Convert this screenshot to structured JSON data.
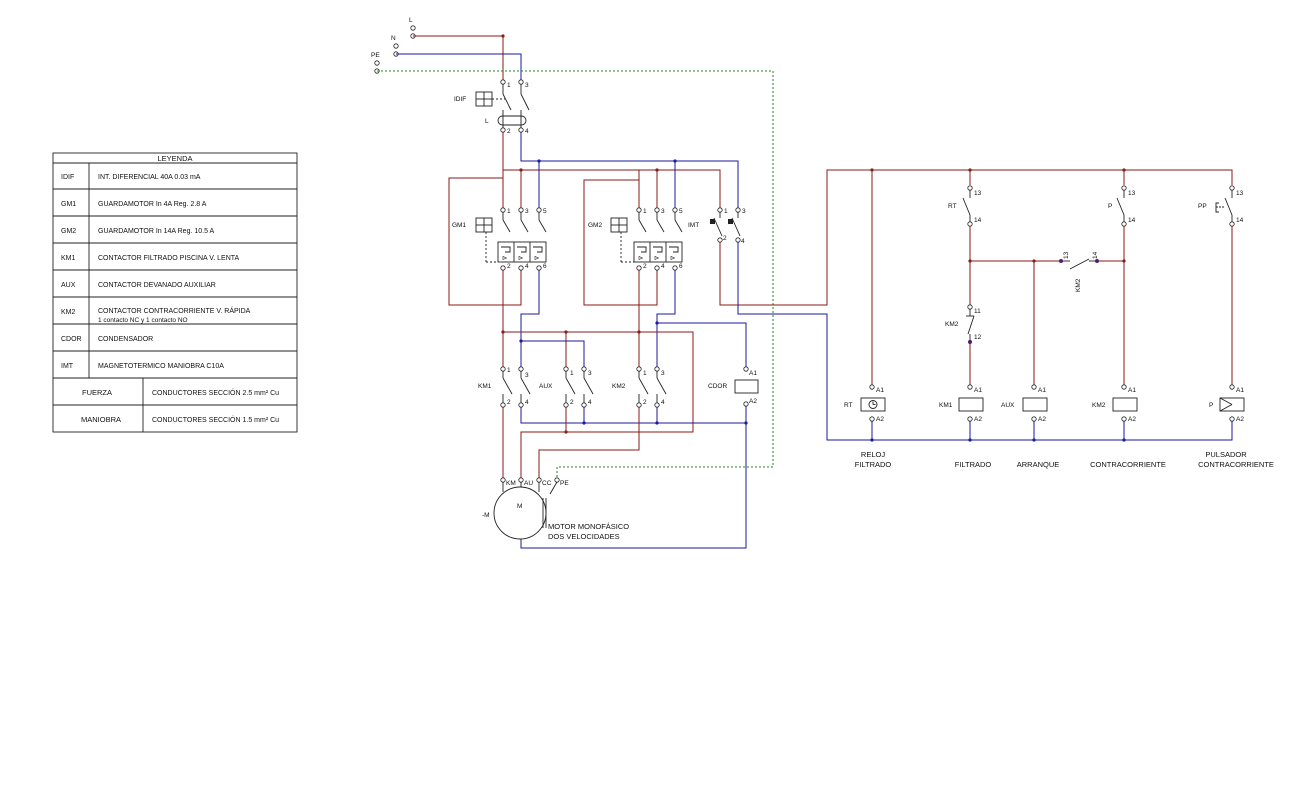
{
  "legend": {
    "title": "LEYENDA",
    "rows": [
      {
        "code": "IDIF",
        "desc": "INT. DIFERENCIAL 40A 0.03 mA",
        "desc2": ""
      },
      {
        "code": "GM1",
        "desc": "GUARDAMOTOR    In 4A  Reg. 2.8 A",
        "desc2": ""
      },
      {
        "code": "GM2",
        "desc": "GUARDAMOTOR    In 14A Reg. 10.5 A",
        "desc2": ""
      },
      {
        "code": "KM1",
        "desc": "CONTACTOR FILTRADO PISCINA     V. LENTA",
        "desc2": ""
      },
      {
        "code": "AUX",
        "desc": "CONTACTOR DEVANADO AUXILIAR",
        "desc2": ""
      },
      {
        "code": "KM2",
        "desc": "CONTACTOR CONTRACORRIENTE     V. RÁPIDA",
        "desc2": "1 contacto NC y 1 contacto NO"
      },
      {
        "code": "CDOR",
        "desc": "CONDENSADOR",
        "desc2": ""
      },
      {
        "code": "IMT",
        "desc": "MAGNETOTERMICO MANIOBRA C10A",
        "desc2": ""
      }
    ],
    "sections": [
      {
        "name": "FUERZA",
        "desc": "CONDUCTORES SECCIÓN 2.5 mm² Cu"
      },
      {
        "name": "MANIOBRA",
        "desc": "CONDUCTORES SECCIÓN 1.5 mm² Cu"
      }
    ]
  },
  "power": {
    "supply": {
      "l": "L",
      "n": "N",
      "pe": "PE"
    },
    "idif": {
      "name": "IDIF",
      "l": "L",
      "t1": "1",
      "t3": "3",
      "t2": "2",
      "t4": "4"
    },
    "gm1": {
      "name": "GM1",
      "t1": "1",
      "t3": "3",
      "t5": "5",
      "t2": "2",
      "t4": "4",
      "t6": "6"
    },
    "gm2": {
      "name": "GM2",
      "t1": "1",
      "t3": "3",
      "t5": "5",
      "t2": "2",
      "t4": "4",
      "t6": "6"
    },
    "imt": {
      "name": "IMT",
      "t1": "1",
      "t3": "3",
      "t2": "2",
      "t4": "4"
    },
    "km1": {
      "name": "KM1",
      "t1": "1",
      "t3": "3",
      "t2": "2",
      "t4": "4"
    },
    "aux": {
      "name": "AUX",
      "t1": "1",
      "t3": "3",
      "t2": "2",
      "t4": "4"
    },
    "km2": {
      "name": "KM2",
      "t1": "1",
      "t3": "3",
      "t2": "2",
      "t4": "4"
    },
    "cdor": {
      "name": "CDOR",
      "a1": "A1",
      "a2": "A2"
    },
    "motor": {
      "designator": "-M",
      "symbol": "M",
      "t_km": "KM",
      "t_au": "AU",
      "t_cc": "CC",
      "t_pe": "PE",
      "label1": "MOTOR MONOFÁSICO",
      "label2": "DOS VELOCIDADES"
    }
  },
  "control": {
    "rt": {
      "name": "RT",
      "t13": "13",
      "t14": "14"
    },
    "p": {
      "name": "P",
      "t13": "13",
      "t14": "14"
    },
    "pp": {
      "name": "PP",
      "t13": "13",
      "t14": "14"
    },
    "km2_no": {
      "name": "KM2",
      "t13": "13",
      "t14": "14"
    },
    "km2_nc": {
      "name": "KM2",
      "t11": "11",
      "t12": "12"
    },
    "coils": [
      {
        "name": "RT",
        "a1": "A1",
        "a2": "A2",
        "caption1": "RELOJ",
        "caption2": "FILTRADO"
      },
      {
        "name": "KM1",
        "a1": "A1",
        "a2": "A2",
        "caption1": "FILTRADO",
        "caption2": ""
      },
      {
        "name": "AUX",
        "a1": "A1",
        "a2": "A2",
        "caption1": "ARRANQUE",
        "caption2": ""
      },
      {
        "name": "KM2",
        "a1": "A1",
        "a2": "A2",
        "caption1": "CONTRACORRIENTE",
        "caption2": ""
      },
      {
        "name": "P",
        "a1": "A1",
        "a2": "A2",
        "caption1": "PULSADOR",
        "caption2": "CONTRACORRIENTE"
      }
    ]
  },
  "colors": {
    "phase": "#8b1a1a",
    "neutral": "#1a1a9e",
    "earth": "#1a8a1a"
  }
}
